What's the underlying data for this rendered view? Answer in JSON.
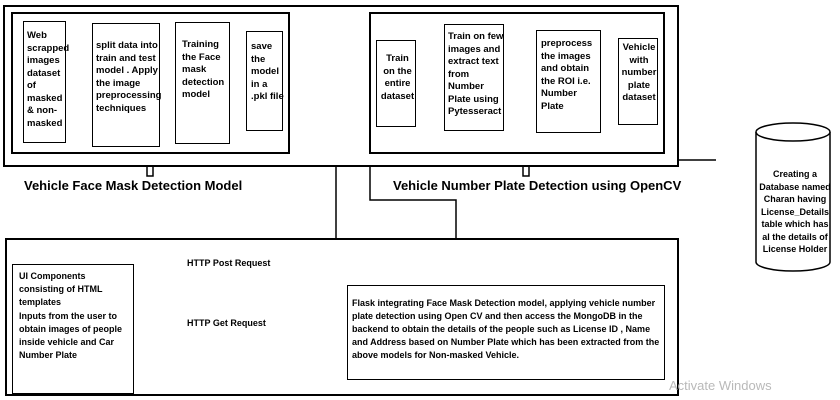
{
  "face_mask_model": {
    "caption": "Vehicle Face Mask Detection Model",
    "steps": [
      "Web scrapped images dataset of masked & non-masked",
      "split data into train and test model . Apply the image preprocessing techniques",
      "Training the Face mask detection model",
      "save the model in a .pkl file"
    ]
  },
  "number_plate_model": {
    "caption": "Vehicle Number Plate Detection using OpenCV",
    "steps": [
      "Train on the entire dataset",
      "Train on few images and extract text from Number Plate using Pytesseract",
      "preprocess the images and obtain the ROI i.e. Number Plate",
      "Vehicle with number plate dataset"
    ]
  },
  "database": {
    "text": "Creating a Database named Charan having License_Details table which has al the details of License Holder"
  },
  "ui_components": {
    "title": "UI Components consisting of HTML templates",
    "body": "Inputs from the user to obtain images of people inside vehicle and Car Number Plate"
  },
  "flask": {
    "text": "Flask integrating Face Mask Detection model, applying vehicle number plate detection using Open CV and then access the MongoDB in the backend to obtain the details of the people such as License ID , Name and Address based on Number Plate which has been extracted from the above models for Non-masked Vehicle."
  },
  "http": {
    "post_label": "HTTP Post Request",
    "get_label": "HTTP Get Request"
  },
  "watermark": "Activate Windows"
}
